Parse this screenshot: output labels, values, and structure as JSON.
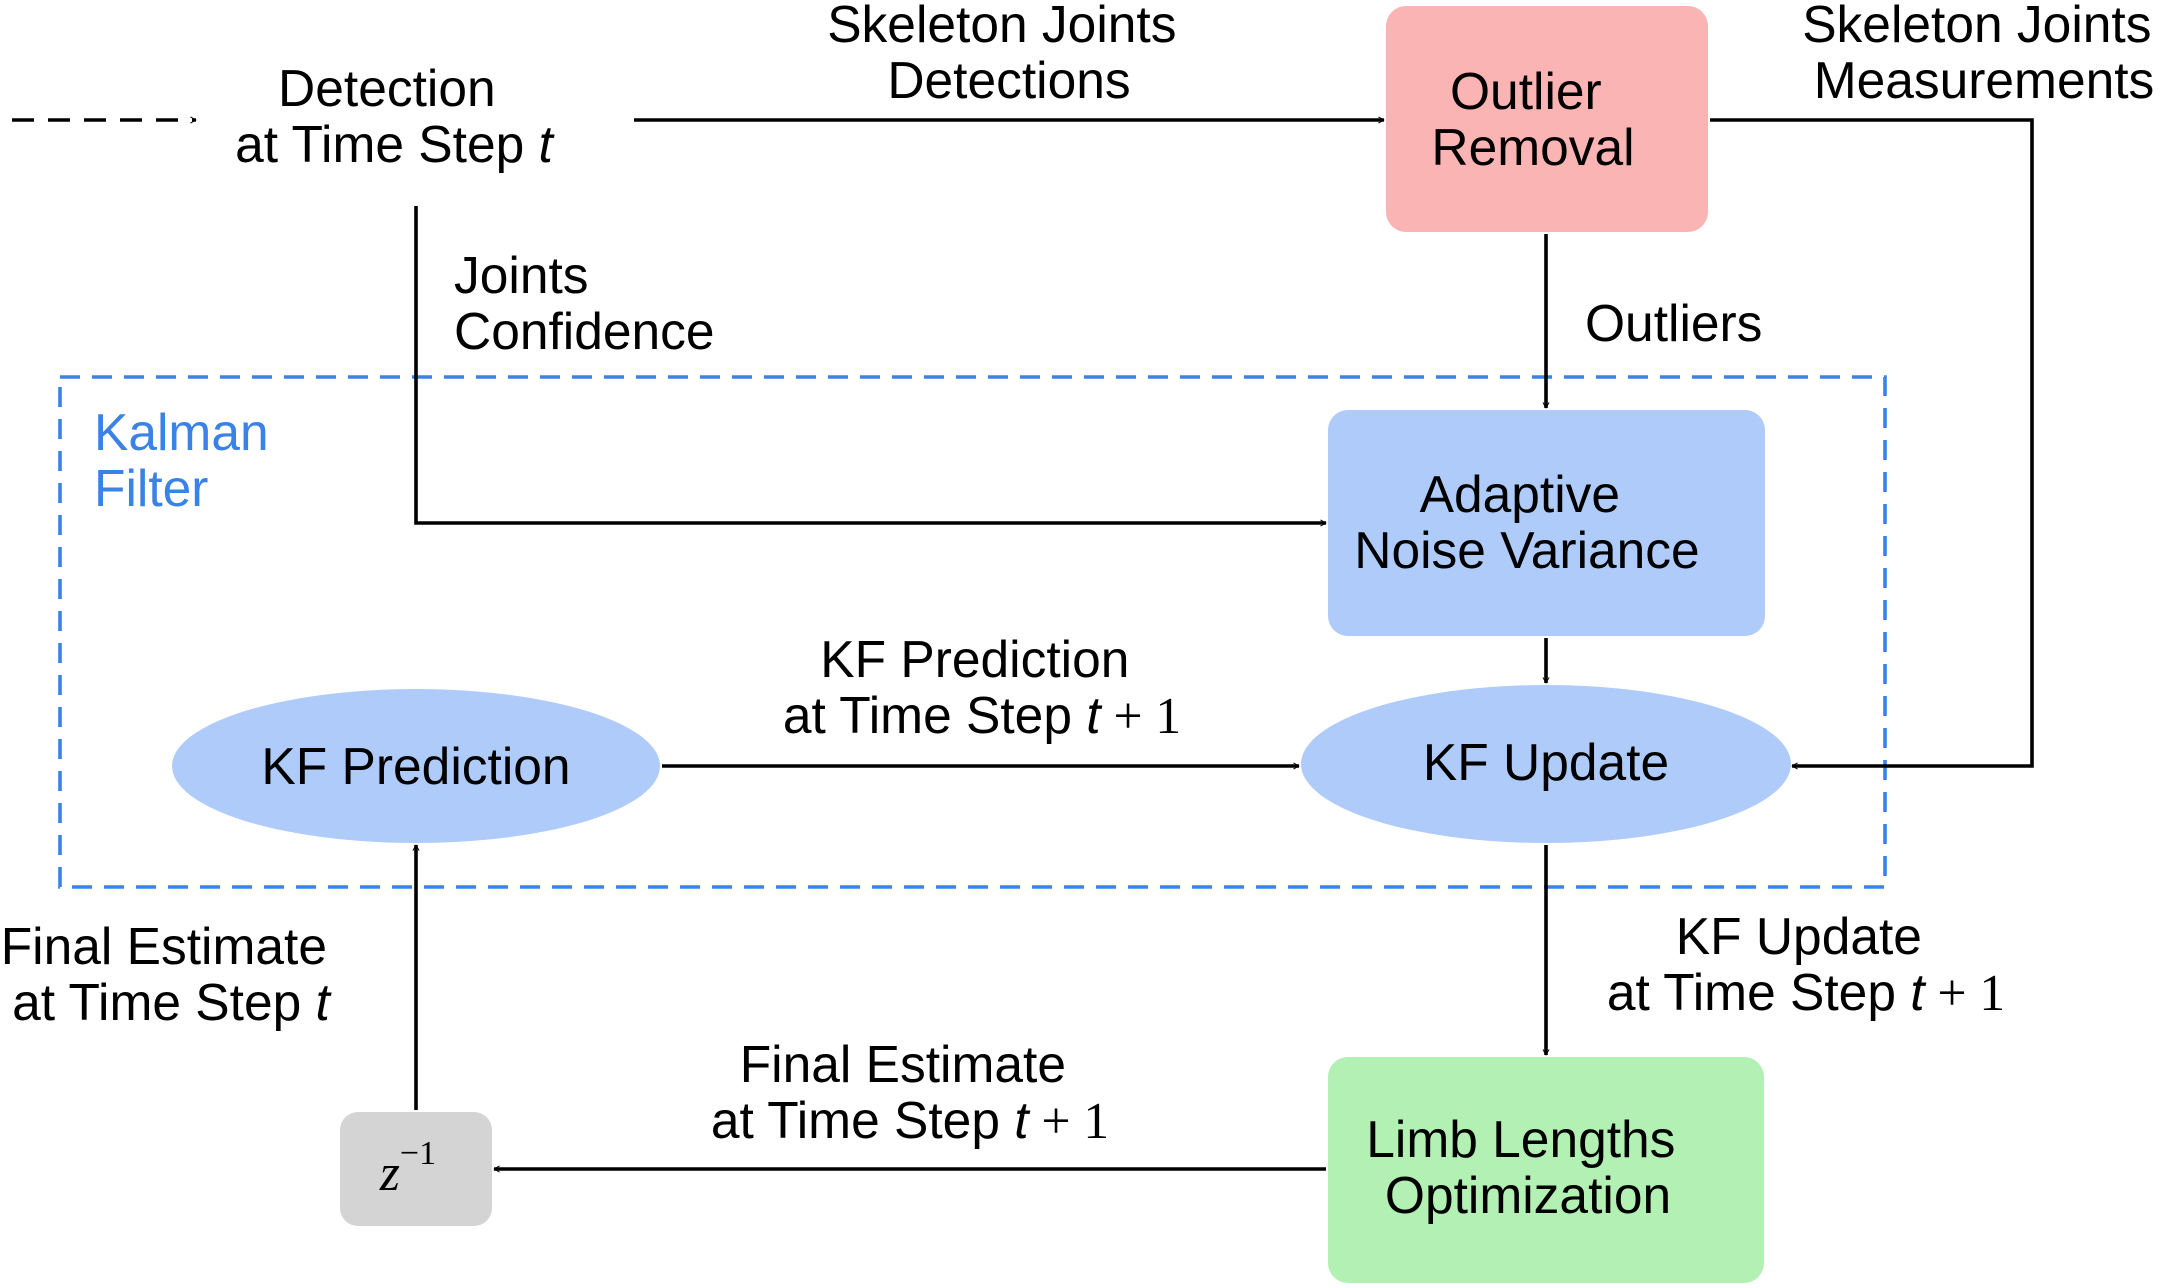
{
  "colors": {
    "outlier_fill": "#fbb4b4",
    "kalman_fill": "#aecbfa",
    "limb_fill": "#b3f0b3",
    "delay_fill": "#d4d4d4",
    "kalman_border": "#3b82e6"
  },
  "kalman_filter": {
    "line1": "Kalman",
    "line2": "Filter"
  },
  "nodes": {
    "detection": {
      "line1": "Detection",
      "line2_text": "at Time Step ",
      "line2_var": "t"
    },
    "outlier": {
      "line1": "Outlier",
      "line2": "Removal"
    },
    "adaptive": {
      "line1": "Adaptive",
      "line2": "Noise Variance"
    },
    "kf_prediction": {
      "label": "KF Prediction"
    },
    "kf_update": {
      "label": "KF Update"
    },
    "limb": {
      "line1": "Limb Lengths",
      "line2": "Optimization"
    },
    "delay": {
      "base": "z",
      "exponent": "−1"
    }
  },
  "edges": {
    "detections": {
      "line1": "Skeleton Joints",
      "line2": "Detections"
    },
    "measurements": {
      "line1": "Skeleton Joints",
      "line2": "Measurements"
    },
    "confidence": {
      "line1": "Joints",
      "line2": "Confidence"
    },
    "outliers": {
      "label": "Outliers"
    },
    "kf_prediction_t1": {
      "line1": "KF Prediction",
      "line2_text": "at Time Step ",
      "line2_var": "t",
      "line2_tail": " + 1"
    },
    "kf_update_t1": {
      "line1": "KF Update",
      "line2_text": "at Time Step ",
      "line2_var": "t",
      "line2_tail": " + 1"
    },
    "final_t": {
      "line1": "Final Estimate",
      "line2_text": "at Time Step ",
      "line2_var": "t"
    },
    "final_t1": {
      "line1": "Final Estimate",
      "line2_text": "at Time Step ",
      "line2_var": "t",
      "line2_tail": " + 1"
    }
  }
}
